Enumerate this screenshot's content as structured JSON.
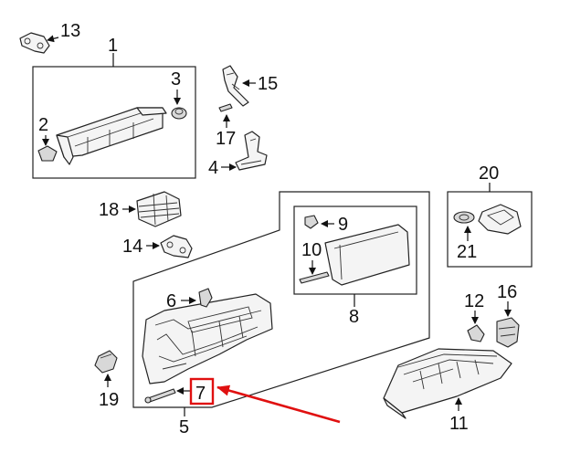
{
  "callouts": {
    "c1": "1",
    "c2": "2",
    "c3": "3",
    "c4": "4",
    "c5": "5",
    "c6": "6",
    "c7": "7",
    "c8": "8",
    "c9": "9",
    "c10": "10",
    "c11": "11",
    "c12": "12",
    "c13": "13",
    "c14": "14",
    "c15": "15",
    "c16": "16",
    "c17": "17",
    "c18": "18",
    "c19": "19",
    "c20": "20",
    "c21": "21"
  },
  "highlight": {
    "callout": "7",
    "color": "#e01010"
  }
}
